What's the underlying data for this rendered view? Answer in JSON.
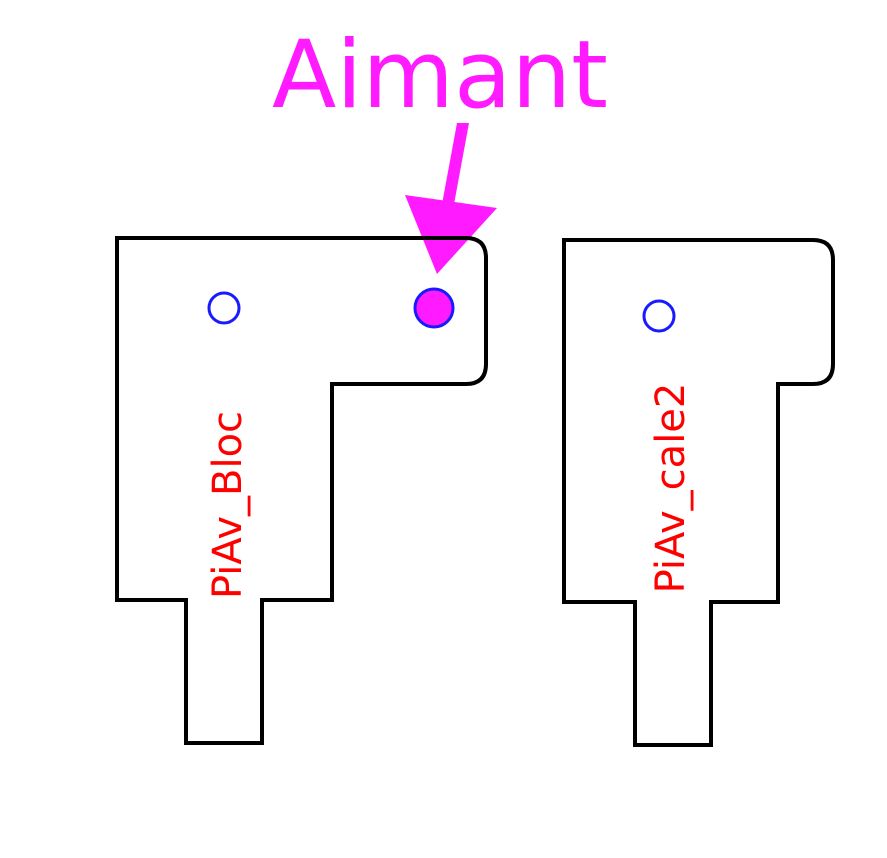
{
  "diagram": {
    "annotation": {
      "label": "Aimant",
      "color": "#ff1aff"
    },
    "parts": [
      {
        "name": "PiAv_Bloc",
        "label_color": "#ff0000"
      },
      {
        "name": "PiAv_cale2",
        "label_color": "#ff0000"
      }
    ],
    "colors": {
      "outline": "#000000",
      "hole_stroke": "#1a1aff",
      "magnet_fill": "#ff1aff"
    }
  }
}
